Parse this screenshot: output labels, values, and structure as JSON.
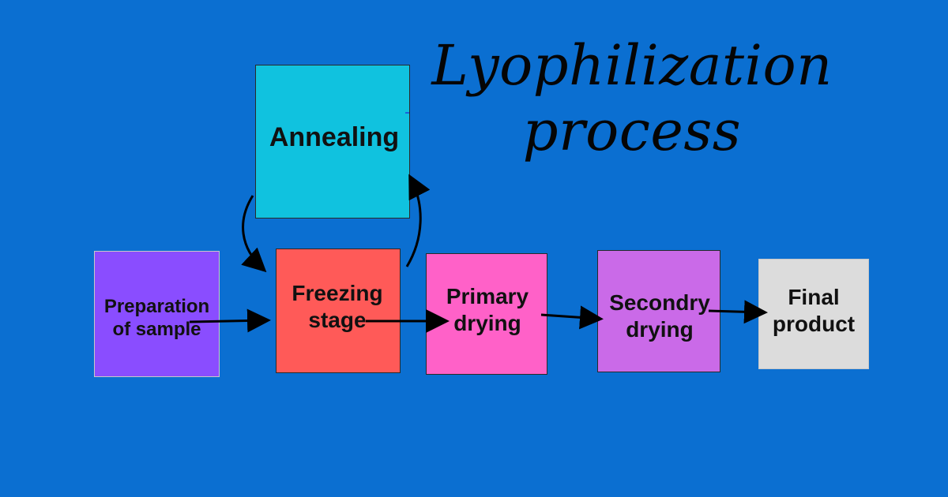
{
  "title": {
    "line1": "Lyophilization",
    "line2": "process"
  },
  "nodes": {
    "annealing": "Annealing",
    "preparation": "Preparation\nof sample",
    "freezing": "Freezing\nstage",
    "primary": "Primary\ndrying",
    "secondary": "Secondry\ndrying",
    "final": "Final\nproduct"
  },
  "colors": {
    "background": "#0b6fd1",
    "annealing": "#10c2df",
    "preparation": "#8a4dff",
    "freezing": "#ff5a58",
    "primary": "#ff61c8",
    "secondary": "#ca6ae8",
    "final": "#dcdcdc",
    "arrow": "#000000"
  }
}
